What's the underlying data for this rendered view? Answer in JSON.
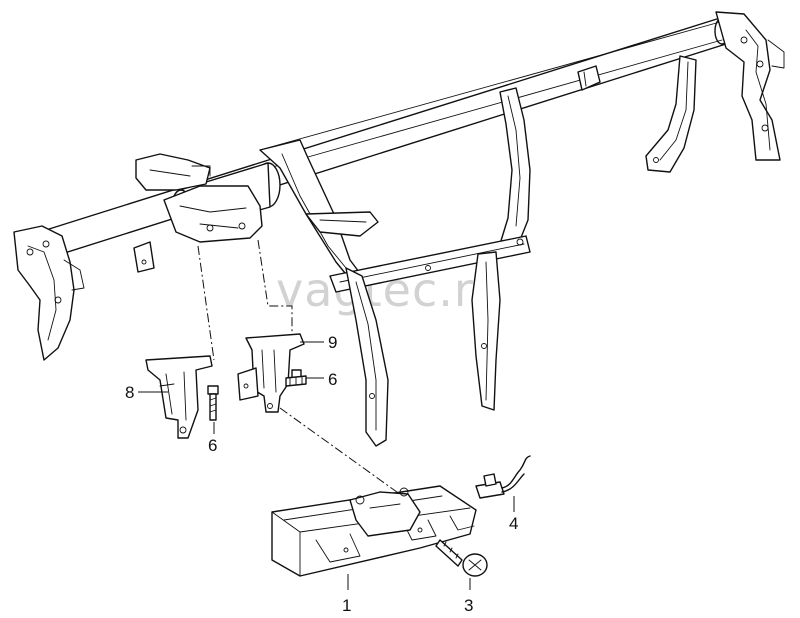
{
  "watermark": "vagtec.ru",
  "callouts": {
    "c1": "1",
    "c3": "3",
    "c4": "4",
    "c6a": "6",
    "c6b": "6",
    "c8": "8",
    "c9": "9"
  },
  "colors": {
    "line": "#111111",
    "background": "#ffffff",
    "watermark": "#d2d2d2"
  }
}
